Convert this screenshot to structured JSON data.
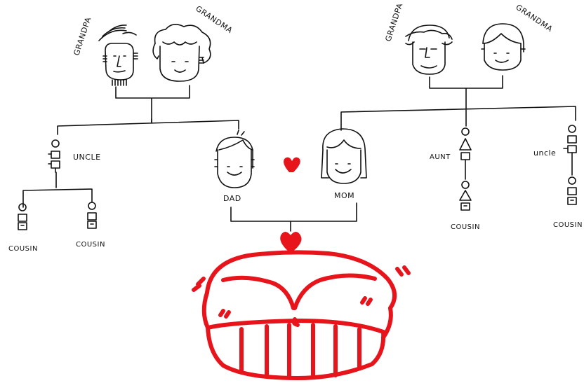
{
  "labels": {
    "grandpa_left": "GRANDPA",
    "grandma_left": "GRANDMA",
    "grandpa_right": "GRANDPA",
    "grandma_right": "GRANDMA",
    "uncle_left": "UNCLE",
    "cousin_left_1": "COUSIN",
    "cousin_left_2": "COUSIN",
    "dad": "DAD",
    "mom": "MOM",
    "aunt": "AUNT",
    "uncle_right": "uncle",
    "cousin_right_1": "COUSIN",
    "cousin_right_2": "COUSIN"
  },
  "colors": {
    "ink": "#111111",
    "accent": "#e8141c"
  },
  "icons": [
    "heart-icon",
    "smiley-face-icon",
    "person-face-icon",
    "stick-figure-icon"
  ]
}
